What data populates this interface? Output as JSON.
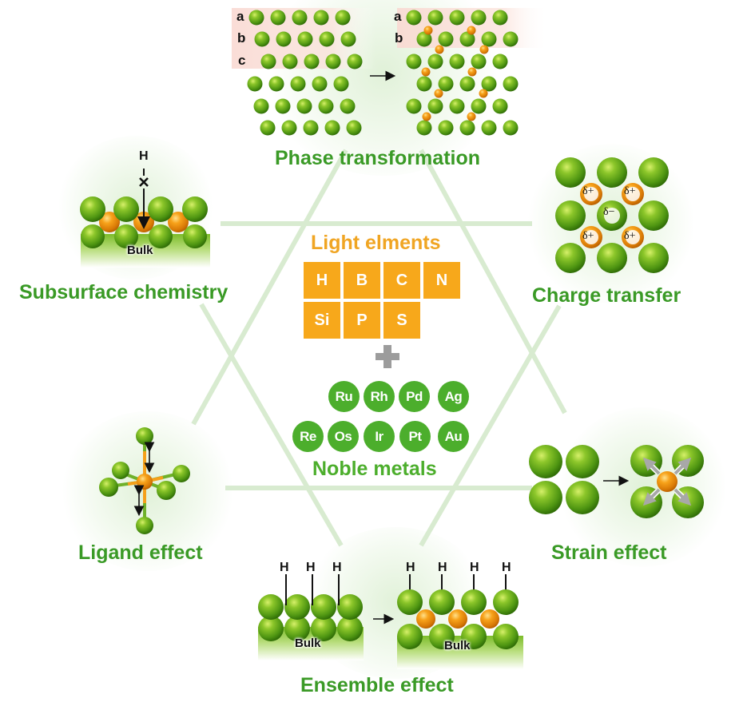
{
  "center": {
    "light_title": "Light elments",
    "light_elements": [
      "H",
      "B",
      "C",
      "N",
      "Si",
      "P",
      "S"
    ],
    "noble_title": "Noble metals",
    "noble_row1": [
      "Ru",
      "Rh",
      "Pd",
      "Ag"
    ],
    "noble_row2": [
      "Re",
      "Os",
      "Ir",
      "Pt",
      "Au"
    ],
    "plus_icon": "plus-icon"
  },
  "panels": {
    "phase": {
      "title": "Phase transformation",
      "layer_labels": [
        "a",
        "b",
        "c"
      ],
      "layer_labels_after": [
        "a",
        "b"
      ]
    },
    "subsurface": {
      "title": "Subsurface chemistry",
      "atom": "H",
      "blocked_mark": "×",
      "bulk": "Bulk"
    },
    "charge": {
      "title": "Charge transfer",
      "positive": "δ+",
      "negative": "δ−"
    },
    "ligand": {
      "title": "Ligand effect"
    },
    "strain": {
      "title": "Strain effect"
    },
    "ensemble": {
      "title": "Ensemble effect",
      "atom": "H",
      "bulk": "Bulk"
    }
  },
  "colors": {
    "label_green": "#3a9a26",
    "metal_green": "#4cae2c",
    "tile_orange": "#f7a81b",
    "light_title_orange": "#f0a523",
    "hexagram_line": "#d8ebd0",
    "dopant_orange": "#f39a14",
    "plus_gray": "#9c9c9c"
  }
}
